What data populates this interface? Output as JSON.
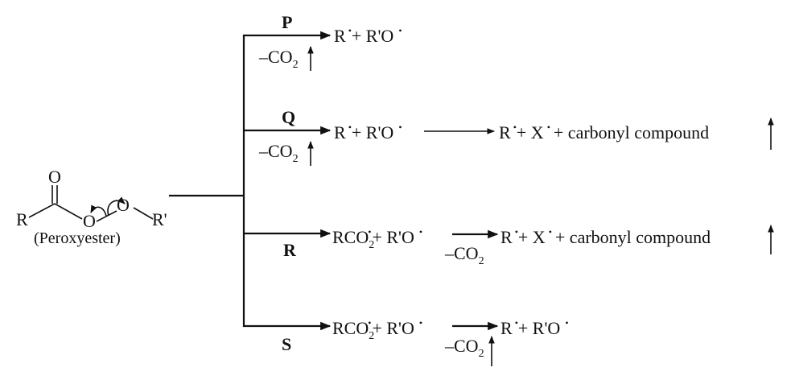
{
  "reactant": {
    "R": "R",
    "O_carbonyl": "O",
    "O_ester": "O",
    "O_peroxy": "O",
    "R_prime": "R'",
    "name": "(Peroxyester)"
  },
  "branches": [
    {
      "label": "P",
      "loss": "–CO",
      "loss_sub": "2",
      "product_a": "R",
      "product_b": "+ R'O"
    },
    {
      "label": "Q",
      "loss": "–CO",
      "loss_sub": "2",
      "product_a": "R",
      "product_b": "+ R'O",
      "final_a": "R",
      "final_b": "+ X",
      "final_c": "+ carbonyl compound"
    },
    {
      "label": "R",
      "inter_a": "RCO",
      "inter_sub": "2",
      "inter_b": "+ R'O",
      "loss": "–CO",
      "loss_sub": "2",
      "final_a": "R",
      "final_b": "+ X",
      "final_c": "+ carbonyl compound"
    },
    {
      "label": "S",
      "inter_a": "RCO",
      "inter_sub": "2",
      "inter_b": "+ R'O",
      "loss": "–CO",
      "loss_sub": "2",
      "final_a": "R",
      "final_b": "+ R'O"
    }
  ],
  "radical_dot": "•"
}
